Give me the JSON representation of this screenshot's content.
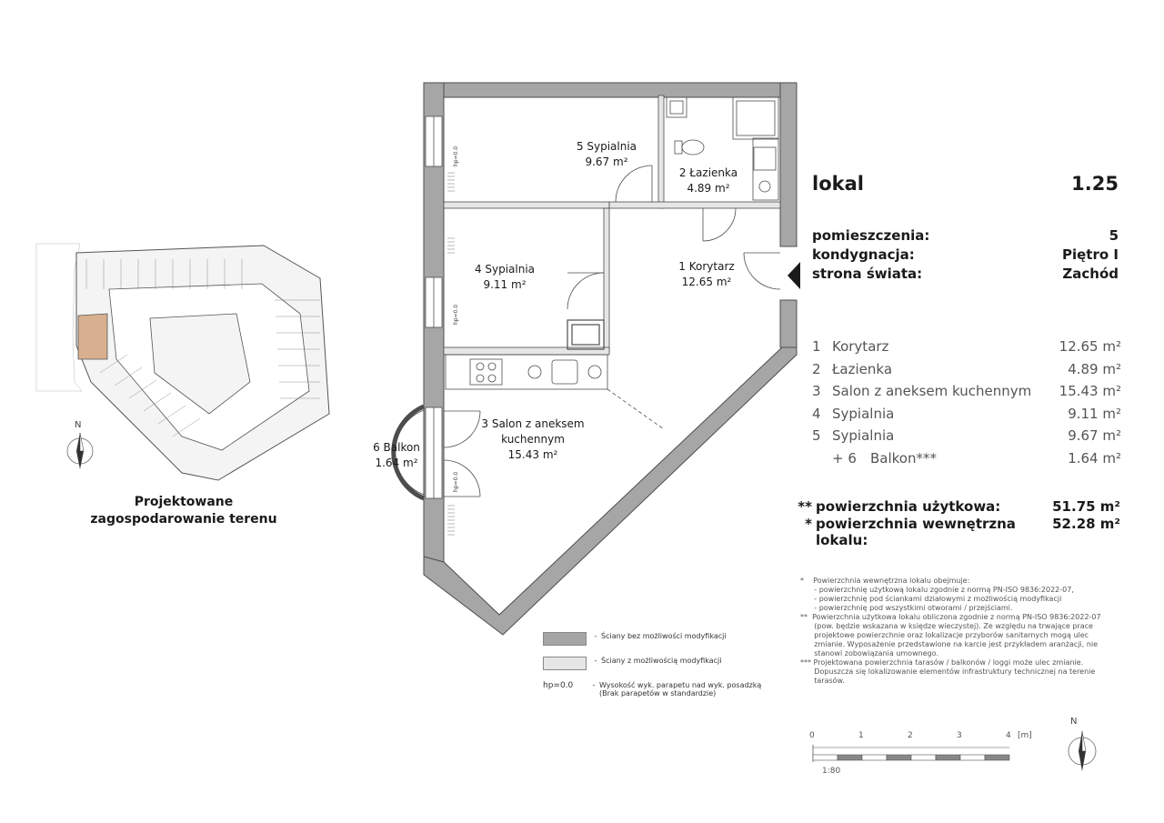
{
  "unit": {
    "label": "lokal",
    "number": "1.25"
  },
  "info": [
    {
      "key": "pomieszczenia:",
      "value": "5"
    },
    {
      "key": "kondygnacja:",
      "value": "Piętro I"
    },
    {
      "key": "strona świata:",
      "value": "Zachód"
    }
  ],
  "rooms": [
    {
      "num": "1",
      "name": "Korytarz",
      "area": "12.65 m²"
    },
    {
      "num": "2",
      "name": "Łazienka",
      "area": "4.89 m²"
    },
    {
      "num": "3",
      "name": "Salon z aneksem kuchennym",
      "area": "15.43 m²"
    },
    {
      "num": "4",
      "name": "Sypialnia",
      "area": "9.11 m²"
    },
    {
      "num": "5",
      "name": "Sypialnia",
      "area": "9.67 m²"
    },
    {
      "num": "+ 6",
      "name": "Balkon***",
      "area": "1.64 m²"
    }
  ],
  "summary": [
    {
      "mark": "**",
      "label": "powierzchnia użytkowa:",
      "value": "51.75 m²"
    },
    {
      "mark": "*",
      "label": "powierzchnia wewnętrzna lokalu:",
      "value": "52.28 m²"
    }
  ],
  "plan_labels": {
    "r5": [
      "5  Sypialnia",
      "9.67 m²"
    ],
    "r2": [
      "2  Łazienka",
      "4.89 m²"
    ],
    "r4": [
      "4  Sypialnia",
      "9.11 m²"
    ],
    "r1": [
      "1  Korytarz",
      "12.65 m²"
    ],
    "r3": [
      "3  Salon z aneksem",
      "kuchennym",
      "15.43 m²"
    ],
    "r6": [
      "6  Balkon",
      "1.64 m²"
    ],
    "hp": "hp=0.0"
  },
  "site": {
    "caption": [
      "Projektowane",
      "zagospodarowanie terenu"
    ],
    "north": "N"
  },
  "footnotes": [
    "*    Powierzchnia wewnętrzna lokalu obejmuje:",
    "      - powierzchnię użytkową lokalu zgodnie z normą PN-ISO 9836:2022-07,",
    "      - powierzchnię pod ściankami działowymi z możliwością modyfikacji",
    "      - powierzchnię pod wszystkimi otworami / przejściami.",
    "**  Powierzchnia użytkowa lokalu obliczona zgodnie z normą PN-ISO 9836:2022-07",
    "      (pow. będzie wskazana w księdze wieczystej). Ze względu na trwające prace",
    "      projektowe powierzchnie oraz lokalizacje przyborów sanitarnych mogą ulec",
    "      zmianie. Wyposażenie przedstawione na karcie jest przykładem aranżacji, nie",
    "      stanowi zobowiązania umownego.",
    "*** Projektowana powierzchnia tarasów / balkonów / loggi może ulec zmianie.",
    "      Dopuszcza się lokalizowanie elementów infrastruktury technicznej na terenie",
    "      tarasów."
  ],
  "legend": [
    {
      "swatch": "#a6a6a6",
      "text": "Ściany bez możliwości modyfikacji"
    },
    {
      "swatch": "#e6e6e6",
      "text": "Ściany z możliwością modyfikacji"
    },
    {
      "swatch": "",
      "code": "hp=0.0",
      "text": "Wysokość wyk. parapetu nad wyk. posadzką",
      "text2": "(Brak parapetów w standardzie)"
    }
  ],
  "scale": {
    "ticks": [
      "0",
      "1",
      "2",
      "3",
      "4"
    ],
    "unit": "[m]",
    "ratio": "1:80"
  },
  "colors": {
    "wall": "#a6a6a6",
    "wall_edge": "#4d4d4d",
    "unit_highlight": "#d7b08f"
  }
}
